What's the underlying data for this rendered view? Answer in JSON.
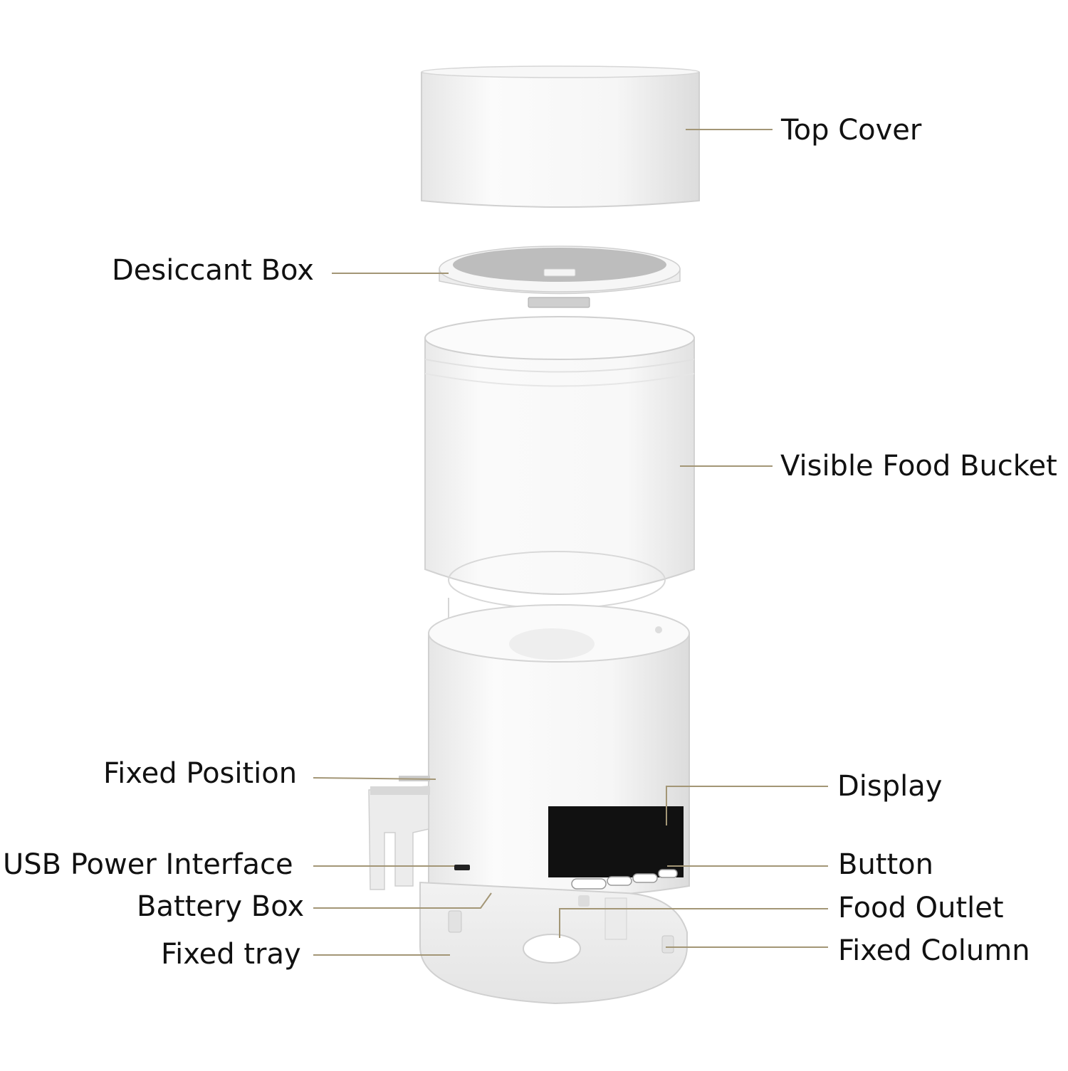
{
  "labels": {
    "top_cover": "Top Cover",
    "desiccant_box": "Desiccant Box",
    "visible_food_bucket": "Visible Food Bucket",
    "fixed_position": "Fixed Position",
    "display": "Display",
    "usb_power_interface": "USB Power Interface",
    "button": "Button",
    "battery_box": "Battery Box",
    "food_outlet": "Food Outlet",
    "fixed_tray": "Fixed tray",
    "fixed_column": "Fixed Column"
  },
  "colors": {
    "leader": "#a39676",
    "body": "#f3f3f3",
    "display": "#111111",
    "text": "#111111"
  }
}
